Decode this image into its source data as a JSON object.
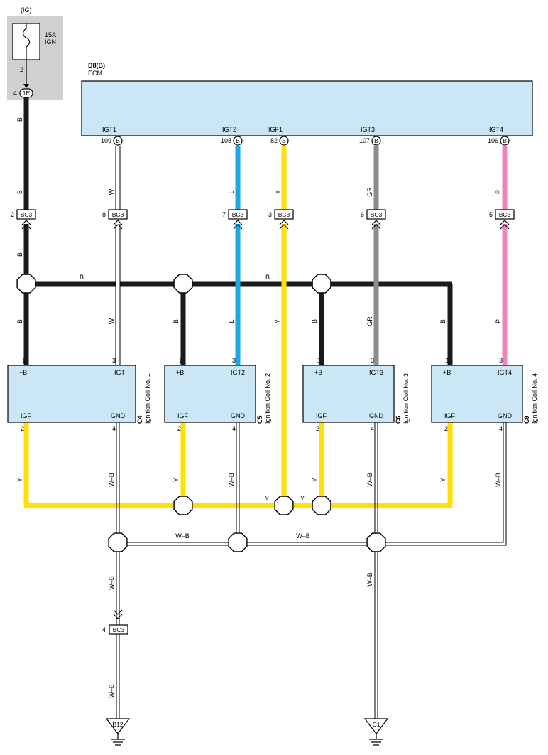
{
  "fuse": {
    "source": "(IG)",
    "rating": "15A",
    "name": "IGN",
    "pin": "2",
    "connector_pin": "4",
    "connector": "1E"
  },
  "ecm": {
    "code": "B8(B)",
    "name": "ECM",
    "pins": [
      {
        "name": "IGT1",
        "number": "109",
        "connector": "B"
      },
      {
        "name": "IGT2",
        "number": "108",
        "connector": "B"
      },
      {
        "name": "IGF1",
        "number": "82",
        "connector": "B"
      },
      {
        "name": "IGT3",
        "number": "107",
        "connector": "B"
      },
      {
        "name": "IGT4",
        "number": "106",
        "connector": "B"
      }
    ]
  },
  "junction": {
    "name": "BC3",
    "pins": [
      "2",
      "8",
      "7",
      "3",
      "6",
      "5"
    ],
    "ground_pin": "4"
  },
  "wire_colors": {
    "B": "B",
    "W": "W",
    "L": "L",
    "Y": "Y",
    "GR": "GR",
    "P": "P",
    "WB": "W–B"
  },
  "colors": {
    "B": "#1a1a1a",
    "W": "#ffffff",
    "L": "#1aa8e6",
    "Y": "#ffe000",
    "GR": "#8c8c8c",
    "P": "#ef86b8",
    "component": "#cbe7f6",
    "fuse_area": "#d0d0d0"
  },
  "coils": [
    {
      "code": "C4",
      "name": "Ignition Coil No. 1",
      "pin_b": "+B",
      "pin_igt": "IGT",
      "pin_igf": "IGF",
      "pin_gnd": "GND",
      "num_b": "1",
      "num_igt": "3",
      "num_igf": "2",
      "num_gnd": "4"
    },
    {
      "code": "C5",
      "name": "Ignition Coil No. 2",
      "pin_b": "+B",
      "pin_igt": "IGT2",
      "pin_igf": "IGF",
      "pin_gnd": "GND",
      "num_b": "1",
      "num_igt": "3",
      "num_igf": "2",
      "num_gnd": "4"
    },
    {
      "code": "C6",
      "name": "Ignition Coil No. 3",
      "pin_b": "+B",
      "pin_igt": "IGT3",
      "pin_igf": "IGF",
      "pin_gnd": "GND",
      "num_b": "1",
      "num_igt": "3",
      "num_igf": "2",
      "num_gnd": "4"
    },
    {
      "code": "C9",
      "name": "Ignition Coil No. 4",
      "pin_b": "+B",
      "pin_igt": "IGT4",
      "pin_igf": "IGF",
      "pin_gnd": "GND",
      "num_b": "1",
      "num_igt": "3",
      "num_igf": "2",
      "num_gnd": "4"
    }
  ],
  "grounds": [
    "B12",
    "C1"
  ]
}
